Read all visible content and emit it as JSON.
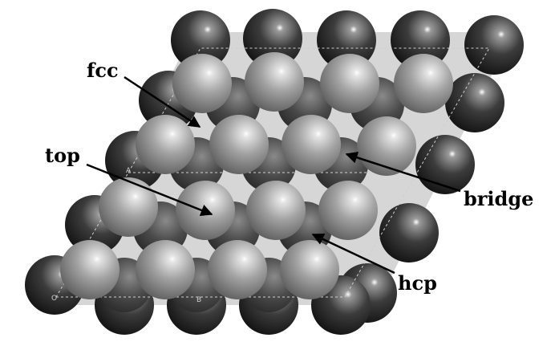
{
  "labels": {
    "fcc": "fcc",
    "top": "top",
    "bridge": "bridge",
    "hcp": "hcp"
  },
  "cell_corners": {
    "origin": "O",
    "a": "A",
    "b": "B"
  },
  "colors": {
    "dark_atom": "#3a3a3a",
    "light_atom": "#9a9a9a",
    "text": "#000000",
    "background": "#ffffff"
  }
}
